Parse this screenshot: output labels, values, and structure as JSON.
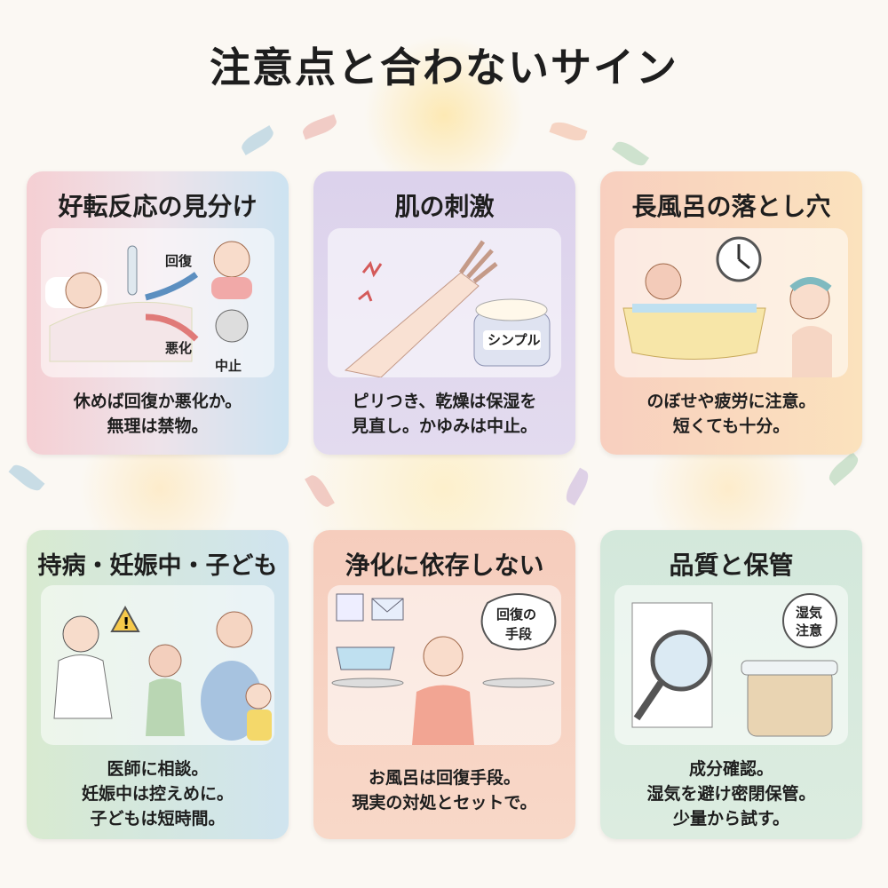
{
  "title": "注意点と合わないサイン",
  "cards": [
    {
      "heading": "好転反応の見分け",
      "labels": {
        "recover": "回復",
        "worsen": "悪化",
        "stop": "中止"
      },
      "lines": [
        "休めば回復か悪化か。",
        "無理は禁物。"
      ]
    },
    {
      "heading": "肌の刺激",
      "labels": {
        "jar": "シンプル"
      },
      "lines": [
        "ピリつき、乾燥は保湿を",
        "見直し。かゆみは中止。"
      ]
    },
    {
      "heading": "長風呂の落とし穴",
      "lines": [
        "のぼせや疲労に注意。",
        "短くても十分。"
      ]
    },
    {
      "heading": "持病・妊娠中・子ども",
      "lines": [
        "医師に相談。",
        "妊娠中は控えめに。",
        "子どもは短時間。"
      ]
    },
    {
      "heading": "浄化に依存しない",
      "labels": {
        "bubble1": "回復の",
        "bubble2": "手段"
      },
      "lines": [
        "お風呂は回復手段。",
        "現実の対処とセットで。"
      ]
    },
    {
      "heading": "品質と保管",
      "labels": {
        "stamp1": "湿気",
        "stamp2": "注意"
      },
      "lines": [
        "成分確認。",
        "湿気を避け密閉保管。",
        "少量から試す。"
      ]
    }
  ]
}
